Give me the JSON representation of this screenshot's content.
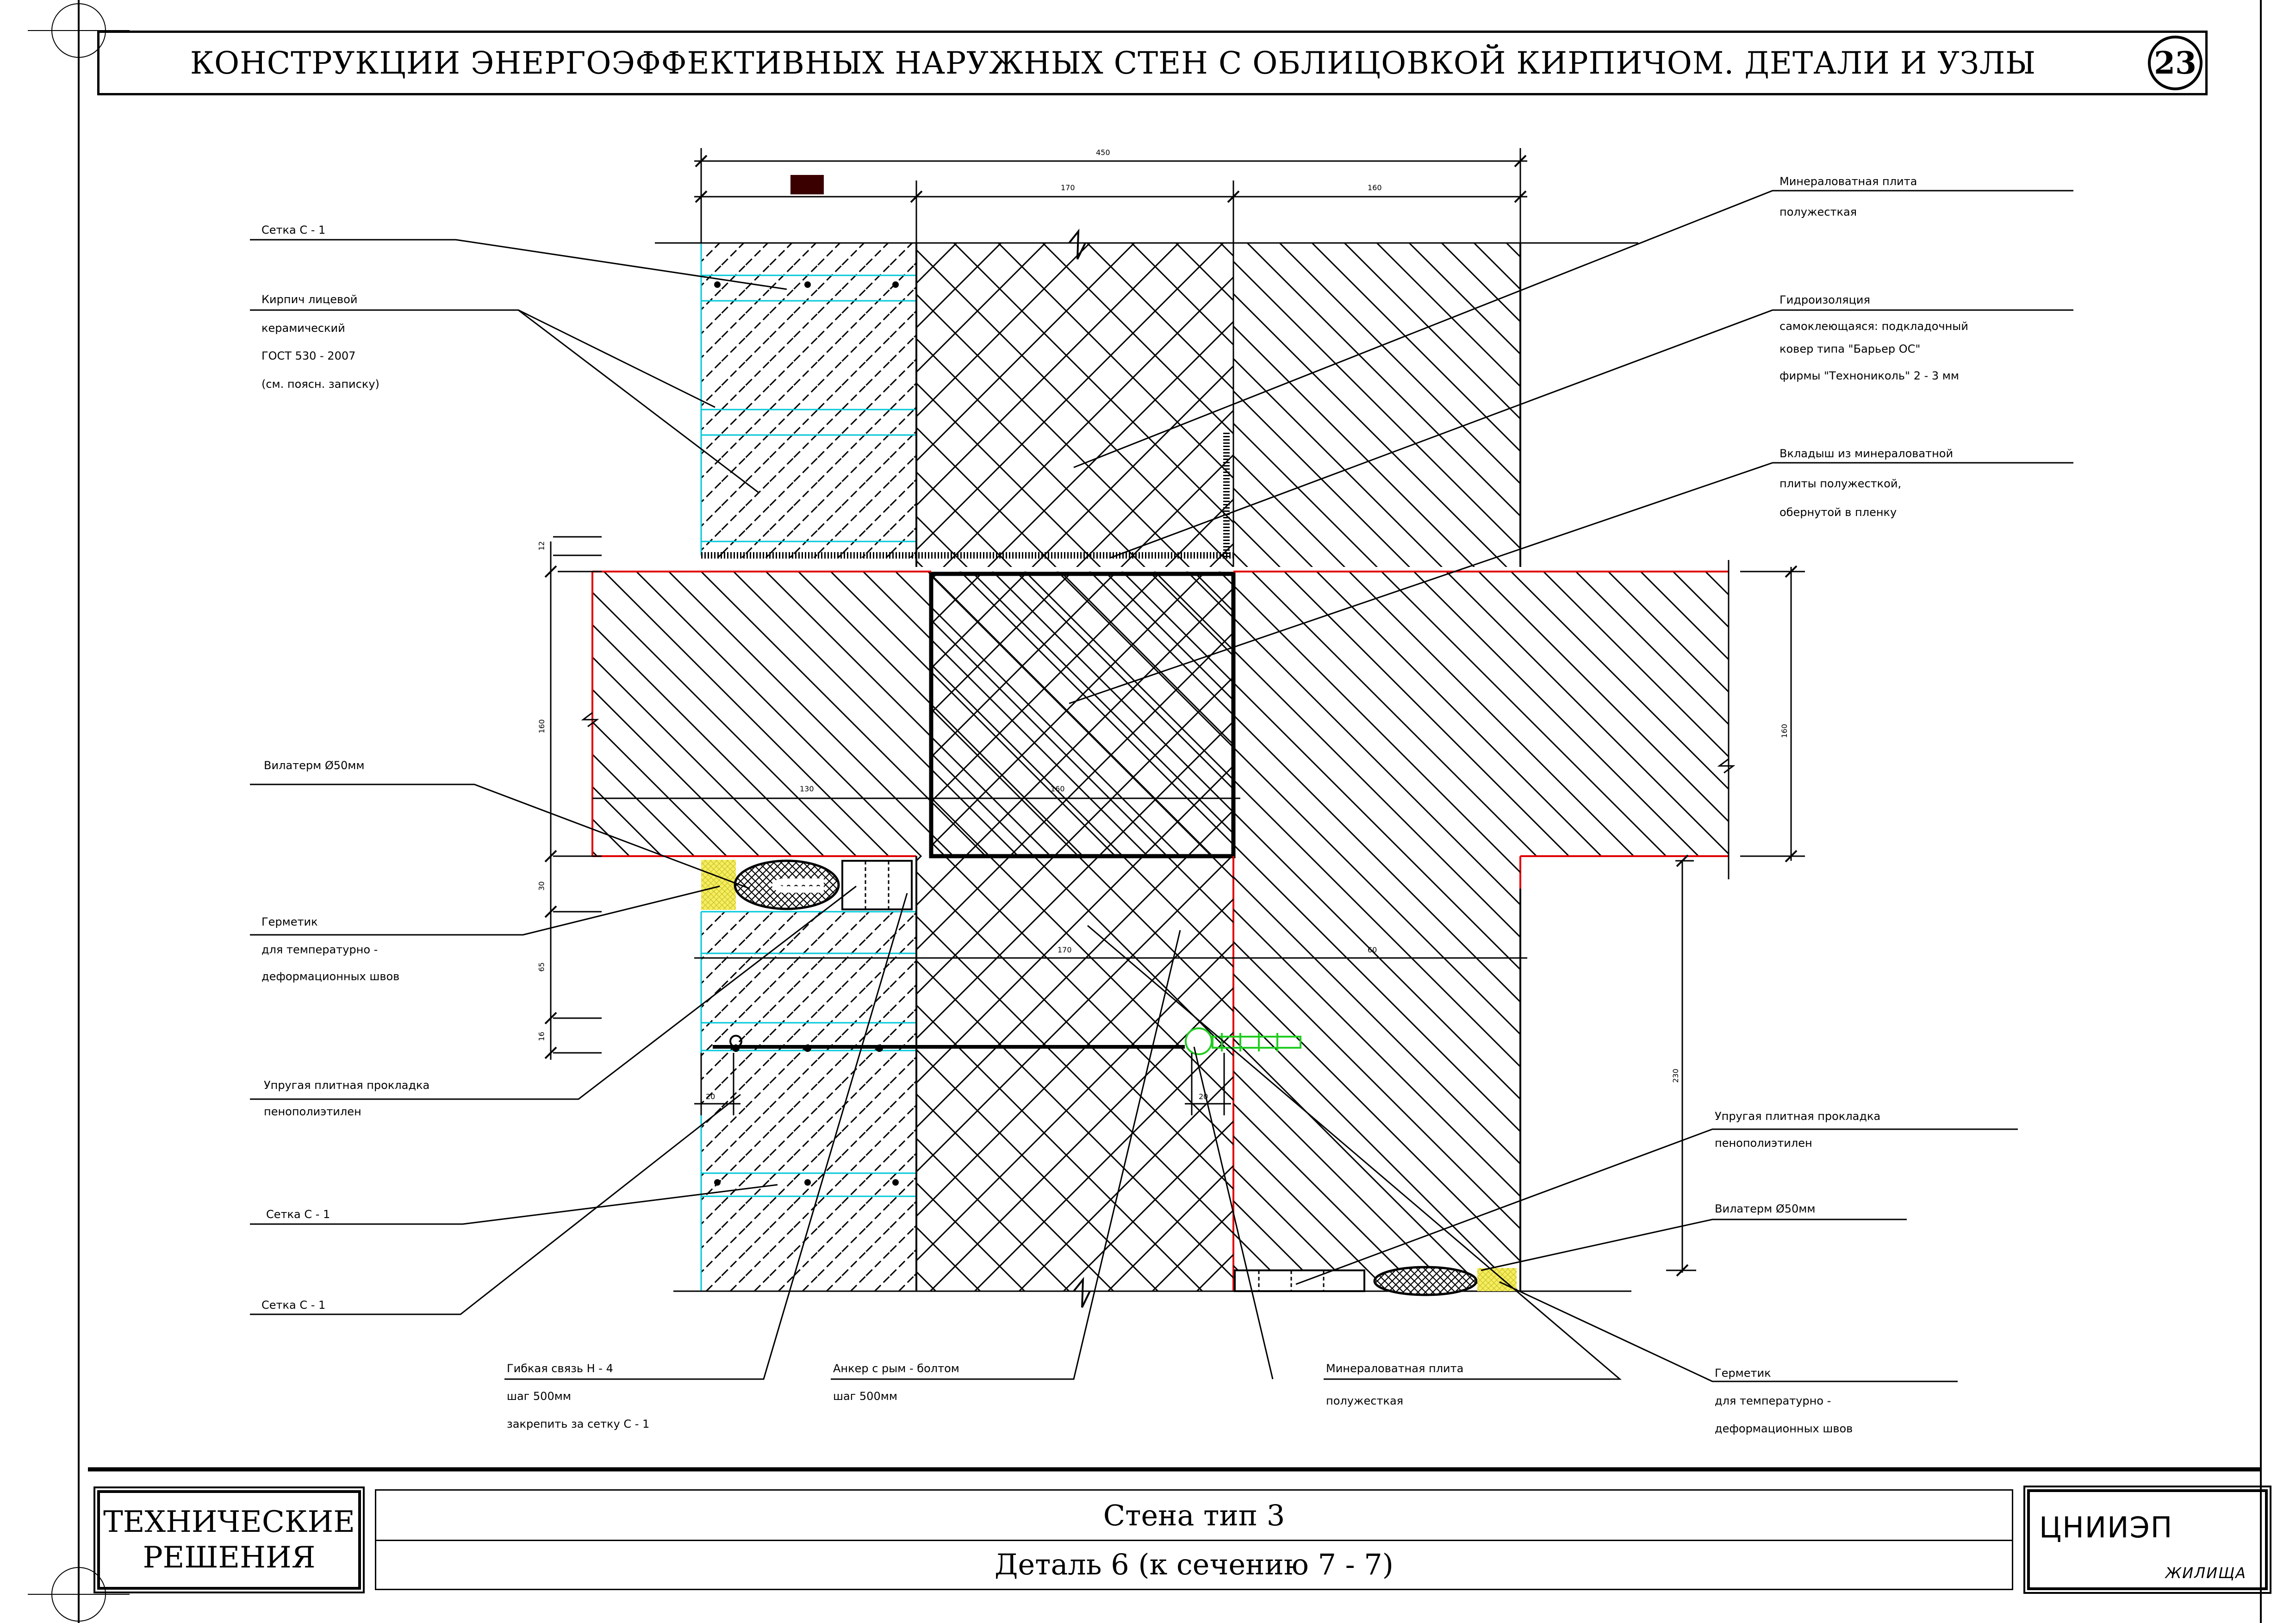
{
  "sheet": {
    "title": "КОНСТРУКЦИИ ЭНЕРГОЭФФЕКТИВНЫХ НАРУЖНЫХ СТЕН С ОБЛИЦОВКОЙ КИРПИЧОМ. ДЕТАЛИ И УЗЛЫ",
    "page_number": "23"
  },
  "title_block": {
    "tech_line1": "ТЕХНИЧЕСКИЕ",
    "tech_line2": "РЕШЕНИЯ",
    "wall_type": "Стена тип 3",
    "detail": "Деталь 6 (к сечению 7 - 7)",
    "org": "ЦНИИЭП",
    "org_sub": "ЖИЛИЩА"
  },
  "labels": {
    "mesh_top": "Сетка  С - 1",
    "brick_1": "Кирпич  лицевой",
    "brick_2": "керамический",
    "brick_3": "ГОСТ  530 - 2007",
    "brick_4": "(см.  поясн.  записку)",
    "mineral_top_1": "Минераловатная  плита",
    "mineral_top_2": "полужесткая",
    "hydro_1": "Гидроизоляция",
    "hydro_2": "самоклеющаяся:  подкладочный",
    "hydro_3": "ковер  типа  \"Барьер  ОС\"",
    "hydro_4": "фирмы  \"Технониколь\"  2 - 3  мм",
    "insert_1": "Вкладыш  из  минераловатной",
    "insert_2": "плиты  полужесткой,",
    "insert_3": "обернутой  в  пленку",
    "vilaterm_left": "Вилатерм  Ø50мм",
    "sealant_left_1": "Герметик",
    "sealant_left_2": "для  температурно -",
    "sealant_left_3": "деформационных  швов",
    "pad_left_1": "Упругая  плитная  прокладка",
    "pad_left_2": "пенополиэтилен",
    "mesh_mid": "Сетка  С - 1",
    "mesh_bot": "Сетка  С - 1",
    "tie_1": "Гибкая  связь  Н - 4",
    "tie_2": "шаг  500мм",
    "tie_3": "закрепить  за  сетку  С - 1",
    "anchor_1": "Анкер  с  рым - болтом",
    "anchor_2": "шаг  500мм",
    "mineral_bot_1": "Минераловатная  плита",
    "mineral_bot_2": "полужесткая",
    "pad_right_1": "Упругая  плитная  прокладка",
    "pad_right_2": "пенополиэтилен",
    "vilaterm_right": "Вилатерм  Ø50мм",
    "sealant_right_1": "Герметик",
    "sealant_right_2": "для  температурно -",
    "sealant_right_3": "деформационных  швов"
  },
  "dimensions": {
    "total": "450",
    "layer_insul": "170",
    "layer_conc": "160",
    "slab_130": "130",
    "slab_160": "160",
    "left_12": "12",
    "left_160": "160",
    "left_30": "30",
    "left_65": "65",
    "left_16": "16",
    "tie_20a": "20",
    "tie_20b": "20",
    "mid_170": "170",
    "mid_60": "60",
    "right_160": "160",
    "right_230": "230"
  },
  "colors": {
    "line": "#000000",
    "joint_cyan": "#00c8d8",
    "slab_red": "#e00000",
    "sealant_yellow": "#f4ee60",
    "anchor_green": "#22cc22",
    "brick_block": "#3a0000"
  }
}
